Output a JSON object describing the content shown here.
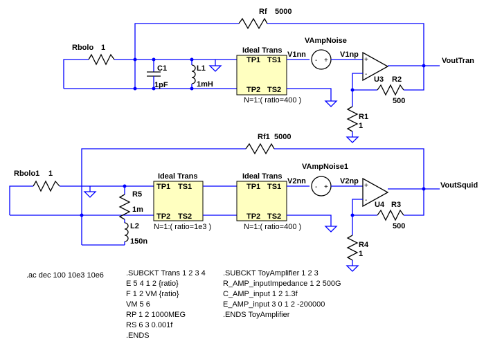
{
  "components": {
    "rbolo": {
      "name": "Rbolo",
      "value": "1"
    },
    "rf": {
      "name": "Rf",
      "value": "5000"
    },
    "c1": {
      "name": "C1",
      "value": "1pF"
    },
    "l1": {
      "name": "L1",
      "value": "1mH"
    },
    "trans1": {
      "title": "Ideal Trans",
      "tp1": "TP1",
      "ts1": "TS1",
      "tp2": "TP2",
      "ts2": "TS2",
      "param": "N=1:( ratio=400  )"
    },
    "vampnoise": {
      "name": "VAmpNoise"
    },
    "u3": {
      "name": "U3"
    },
    "r2": {
      "name": "R2",
      "value": "500"
    },
    "r1": {
      "name": "R1",
      "value": "1"
    },
    "rbolo1": {
      "name": "Rbolo1",
      "value": "1"
    },
    "rf1": {
      "name": "Rf1",
      "value": "5000"
    },
    "r5": {
      "name": "R5",
      "value": "1m"
    },
    "l2": {
      "name": "L2",
      "value": "150n"
    },
    "trans2": {
      "title": "Ideal Trans",
      "tp1": "TP1",
      "ts1": "TS1",
      "tp2": "TP2",
      "ts2": "TS2",
      "param": "N=1:( ratio=1e3  )"
    },
    "trans3": {
      "title": "Ideal Trans",
      "tp1": "TP1",
      "ts1": "TS1",
      "tp2": "TP2",
      "ts2": "TS2",
      "param": "N=1:( ratio=400  )"
    },
    "vampnoise1": {
      "name": "VAmpNoise1"
    },
    "u4": {
      "name": "U4"
    },
    "r3": {
      "name": "R3",
      "value": "500"
    },
    "r4": {
      "name": "R4",
      "value": "1"
    }
  },
  "nets": {
    "v1nn": "V1nn",
    "v1np": "V1np",
    "vouttran": "VoutTran",
    "v2nn": "V2nn",
    "v2np": "V2np",
    "voutsquid": "VoutSquid"
  },
  "symbols": {
    "minus": "-",
    "plus": "+"
  },
  "directives": {
    "ac": ".ac dec 100 10e3 10e6",
    "subckt_trans": [
      ".SUBCKT Trans 1 2 3 4",
      "E 5 4 1 2 {ratio}",
      "F 1 2 VM {ratio}",
      "VM 5 6",
      "RP 1 2 1000MEG",
      "RS 6 3 0.001f",
      ".ENDS"
    ],
    "subckt_amp": [
      ".SUBCKT ToyAmplifier 1 2 3",
      "R_AMP_inputImpedance 1 2 500G",
      "C_AMP_input 1 2 1.3f",
      "E_AMP_input 3 0 1 2 -200000",
      ".ENDS ToyAmplifier"
    ]
  }
}
